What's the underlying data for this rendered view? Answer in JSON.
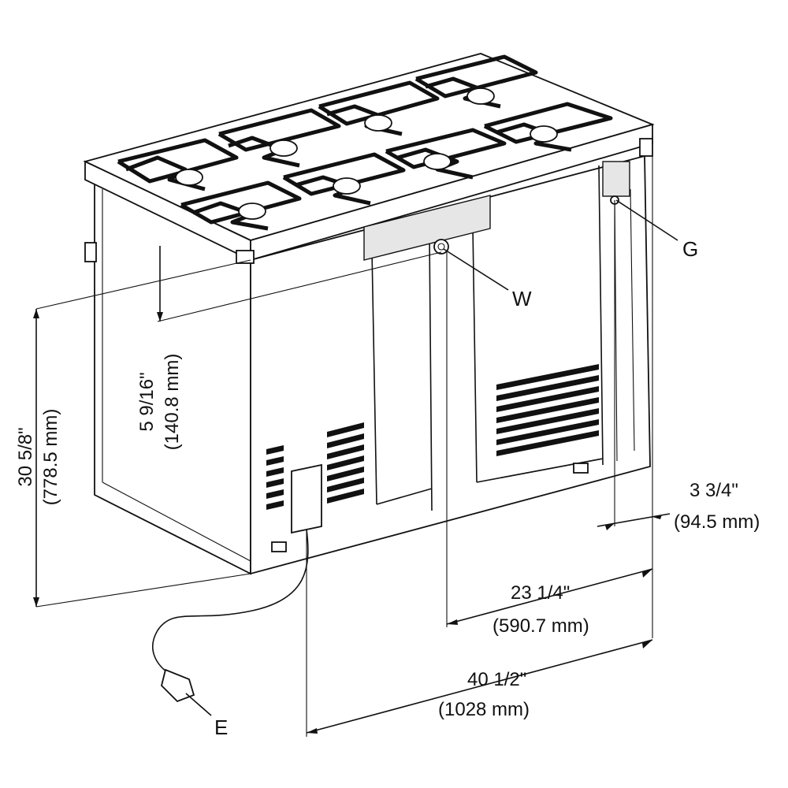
{
  "dimensions": {
    "total_height": {
      "imperial": "30 5/8\"",
      "metric": "(778.5 mm)"
    },
    "water_height": {
      "imperial": "5 9/16\"",
      "metric": "(140.8 mm)"
    },
    "gas_offset": {
      "imperial": "3 3/4\"",
      "metric": "(94.5 mm)"
    },
    "water_offset": {
      "imperial": "23 1/4\"",
      "metric": "(590.7 mm)"
    },
    "total_width": {
      "imperial": "40 1/2\"",
      "metric": "(1028 mm)"
    }
  },
  "callouts": {
    "gas": "G",
    "water": "W",
    "electric": "E"
  }
}
